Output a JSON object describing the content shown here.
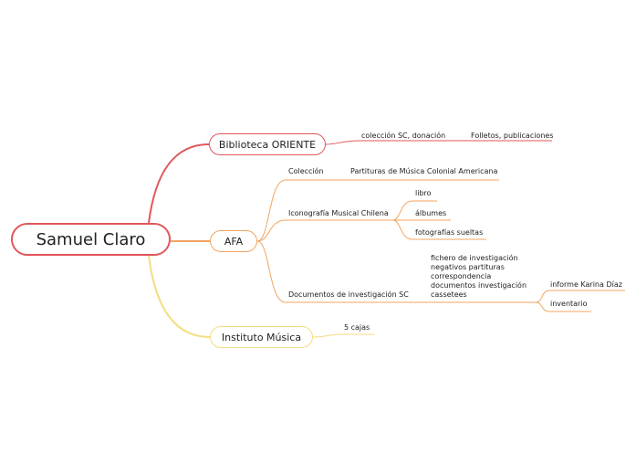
{
  "root": "Samuel Claro",
  "branches": {
    "oriente": {
      "label": "Biblioteca ORIENTE",
      "color": "#e0575a",
      "children": [
        "colección SC, donación",
        "Folletos, publicaciones"
      ]
    },
    "afa": {
      "label": "AFA",
      "color": "#f0a560",
      "coleccion": "Colección",
      "partituras": "Partituras de Música Colonial Americana",
      "iconografia": "Iconografía Musical Chilena",
      "iconografia_items": [
        "libro",
        "álbumes",
        "fotografías sueltas"
      ],
      "documentos": "Documentos de investigación SC",
      "documentos_list": [
        "fichero de investigación",
        "negativos partituras",
        "correspondencia",
        "documentos investigación",
        "cassetees"
      ],
      "documentos_items": [
        "informe Karina Díaz",
        "inventario"
      ]
    },
    "instituto": {
      "label": "Instituto Música",
      "color": "#f2de80",
      "children": [
        "5 cajas"
      ]
    }
  }
}
